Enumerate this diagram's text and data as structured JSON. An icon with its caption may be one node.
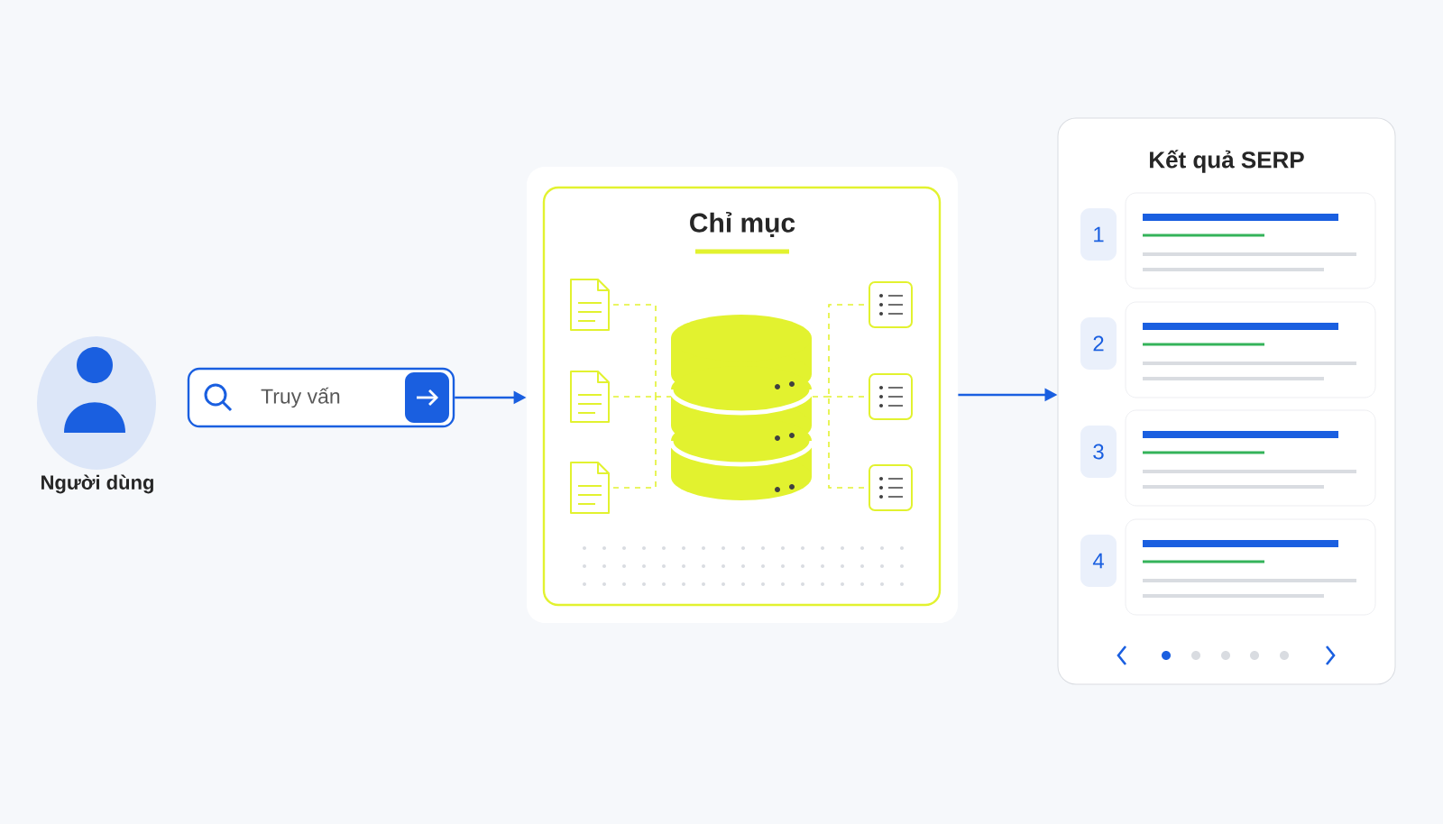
{
  "diagram": {
    "nodes": [
      {
        "text": [
          "Người dùng"
        ]
      },
      {
        "text": [
          "Truy vấn"
        ]
      },
      {
        "text": [
          "Chỉ mục"
        ]
      },
      {
        "text": [
          "Kết quả SERP"
        ]
      },
      {
        "text": [
          "1"
        ],
        "in": 3
      },
      {
        "text": [
          "2"
        ],
        "in": 3
      },
      {
        "text": [
          "3"
        ],
        "in": 3
      },
      {
        "text": [
          "4"
        ],
        "in": 3
      }
    ],
    "edges": [
      {
        "from": 1,
        "to": 2,
        "arrow": "to"
      },
      {
        "from": 2,
        "to": 3,
        "arrow": "to"
      }
    ]
  }
}
